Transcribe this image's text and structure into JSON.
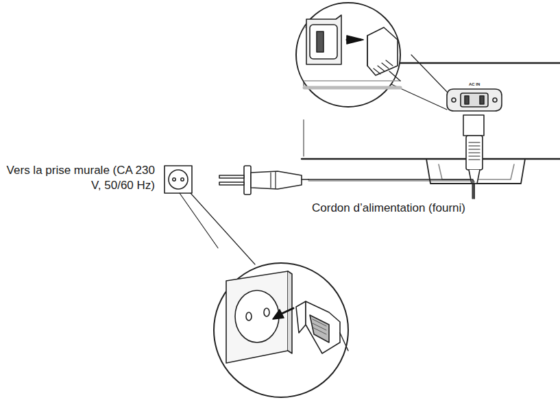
{
  "diagram": {
    "labels": [
      "Vers la prise murale (CA 230 V, 50/60 Hz)",
      "Cordon d’alimentation (fourni)",
      "AC IN"
    ]
  }
}
